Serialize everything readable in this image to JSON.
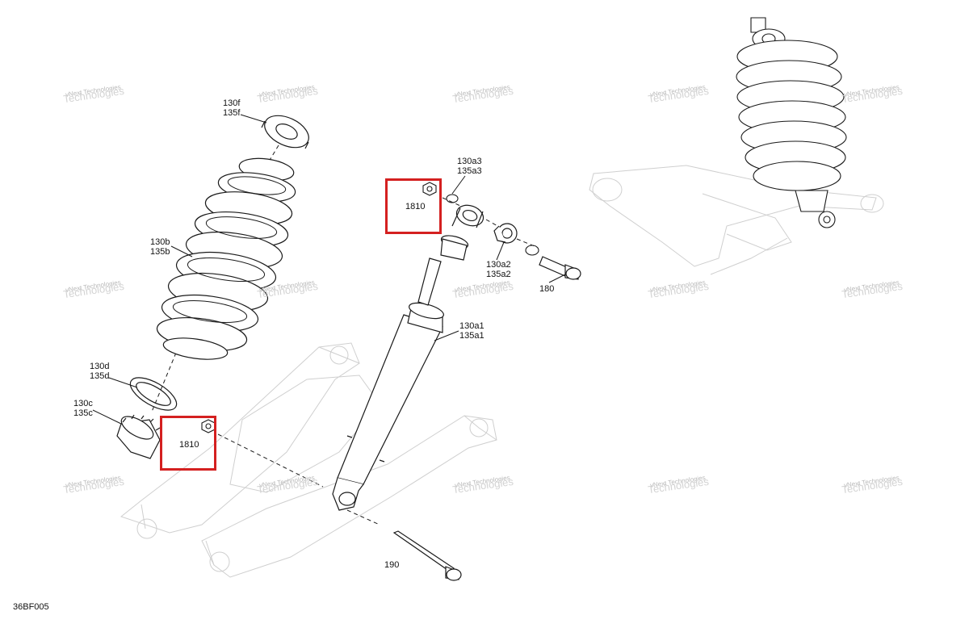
{
  "diagram": {
    "part_code": "36BF005",
    "watermark": {
      "line1": "vNext Technologies",
      "line2": "Technologies"
    },
    "callouts": {
      "c130f": [
        "130f",
        "135f"
      ],
      "c130b": [
        "130b",
        "135b"
      ],
      "c130d": [
        "130d",
        "135d"
      ],
      "c130c": [
        "130c",
        "135c"
      ],
      "c130a3": [
        "130a3",
        "135a3"
      ],
      "c130a2": [
        "130a2",
        "135a2"
      ],
      "c130a1": [
        "130a1",
        "135a1"
      ],
      "c180": [
        "180"
      ],
      "c190": [
        "190"
      ]
    },
    "highlights": [
      {
        "label": "1810",
        "color": "#d42020"
      },
      {
        "label": "1810",
        "color": "#d42020"
      }
    ],
    "colors": {
      "line": "#1a1a1a",
      "ghost": "#cfcfcf",
      "highlight": "#d42020"
    }
  }
}
